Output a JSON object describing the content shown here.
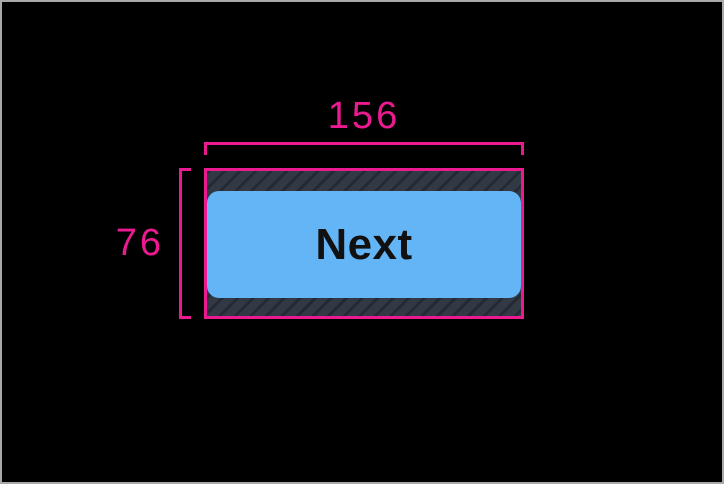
{
  "annotation": {
    "width_label": "156",
    "height_label": "76"
  },
  "button": {
    "label": "Next"
  },
  "colors": {
    "measurement_pink": "#ec1a90",
    "button_blue": "#64b5f6",
    "hatch_base": "#323945",
    "hatch_stripe": "#242a34",
    "background": "#000000",
    "button_text": "#111111",
    "frame_border": "#a9a9a9"
  }
}
